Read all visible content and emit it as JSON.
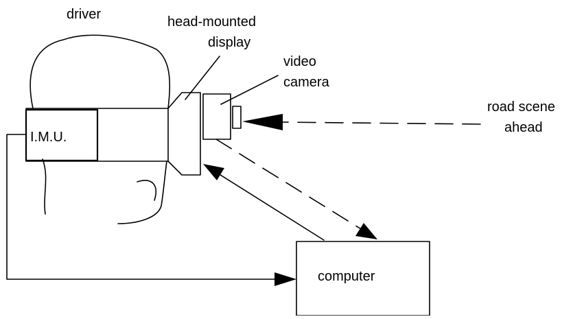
{
  "labels": {
    "driver": "driver",
    "hmd_line1": "head-mounted",
    "hmd_line2": "display",
    "camera_line1": "video",
    "camera_line2": "camera",
    "road_line1": "road scene",
    "road_line2": "ahead",
    "imu": "I.M.U.",
    "computer": "computer"
  },
  "colors": {
    "stroke": "#000000",
    "background": "#ffffff"
  }
}
